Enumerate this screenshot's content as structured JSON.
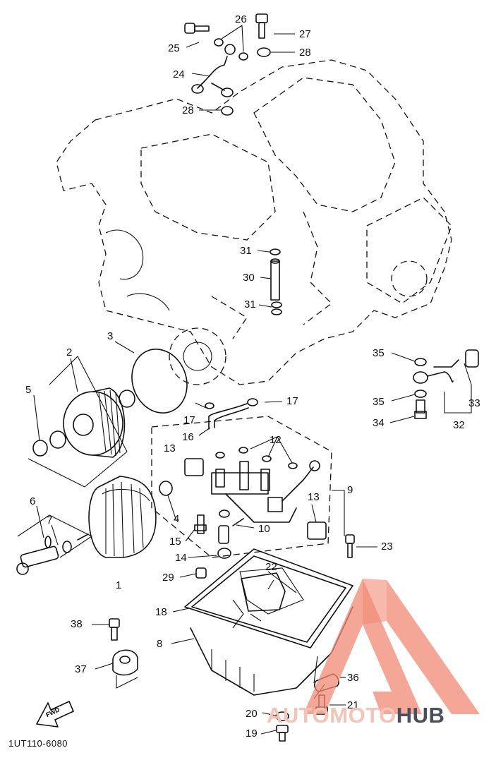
{
  "diagram": {
    "code": "1UT110-6080",
    "fwd_label": "FWD",
    "watermark": {
      "part1": "AUTOMOTO",
      "part2": "HUB",
      "color_accent": "#f08a73",
      "color_dark": "#4a4f5b"
    },
    "callouts": [
      {
        "id": "c1",
        "text": "1"
      },
      {
        "id": "c2",
        "text": "2"
      },
      {
        "id": "c3",
        "text": "3"
      },
      {
        "id": "c4",
        "text": "4"
      },
      {
        "id": "c5",
        "text": "5"
      },
      {
        "id": "c6",
        "text": "6"
      },
      {
        "id": "c7",
        "text": "7"
      },
      {
        "id": "c8",
        "text": "8"
      },
      {
        "id": "c9",
        "text": "9"
      },
      {
        "id": "c10",
        "text": "10"
      },
      {
        "id": "c12",
        "text": "12"
      },
      {
        "id": "c13a",
        "text": "13"
      },
      {
        "id": "c13b",
        "text": "13"
      },
      {
        "id": "c14",
        "text": "14"
      },
      {
        "id": "c15",
        "text": "15"
      },
      {
        "id": "c16",
        "text": "16"
      },
      {
        "id": "c17a",
        "text": "17"
      },
      {
        "id": "c17b",
        "text": "17"
      },
      {
        "id": "c18",
        "text": "18"
      },
      {
        "id": "c19",
        "text": "19"
      },
      {
        "id": "c20",
        "text": "20"
      },
      {
        "id": "c21",
        "text": "21"
      },
      {
        "id": "c22",
        "text": "22"
      },
      {
        "id": "c23",
        "text": "23"
      },
      {
        "id": "c24",
        "text": "24"
      },
      {
        "id": "c25",
        "text": "25"
      },
      {
        "id": "c26",
        "text": "26"
      },
      {
        "id": "c27",
        "text": "27"
      },
      {
        "id": "c28a",
        "text": "28"
      },
      {
        "id": "c28b",
        "text": "28"
      },
      {
        "id": "c29",
        "text": "29"
      },
      {
        "id": "c30",
        "text": "30"
      },
      {
        "id": "c31a",
        "text": "31"
      },
      {
        "id": "c31b",
        "text": "31"
      },
      {
        "id": "c32",
        "text": "32"
      },
      {
        "id": "c33",
        "text": "33"
      },
      {
        "id": "c34",
        "text": "34"
      },
      {
        "id": "c35a",
        "text": "35"
      },
      {
        "id": "c35b",
        "text": "35"
      },
      {
        "id": "c36",
        "text": "36"
      },
      {
        "id": "c37",
        "text": "37"
      },
      {
        "id": "c38",
        "text": "38"
      }
    ]
  }
}
